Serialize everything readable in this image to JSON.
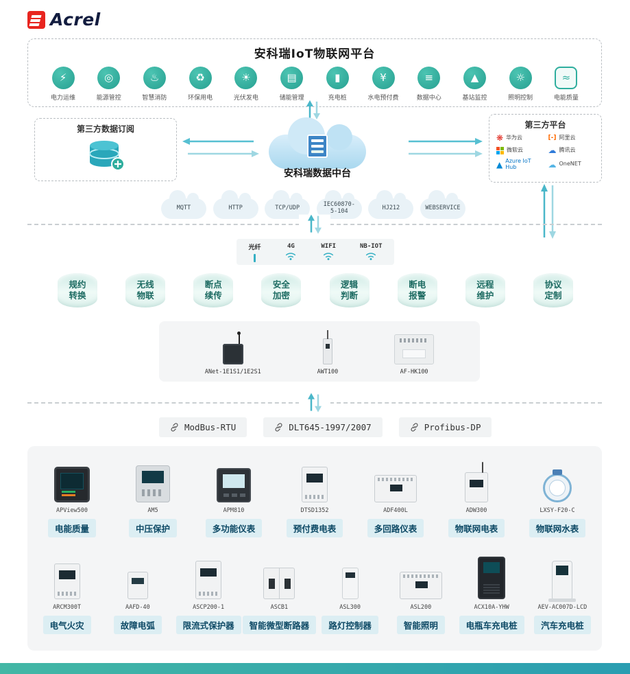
{
  "logo": {
    "brand": "Acrel"
  },
  "platform": {
    "title": "安科瑞IoT物联网平台",
    "apps": [
      {
        "label": "电力运维",
        "icon": "power-ops-icon"
      },
      {
        "label": "能源管控",
        "icon": "energy-mgmt-icon"
      },
      {
        "label": "智慧消防",
        "icon": "fire-icon"
      },
      {
        "label": "环保用电",
        "icon": "eco-power-icon"
      },
      {
        "label": "光伏发电",
        "icon": "solar-icon"
      },
      {
        "label": "储能管理",
        "icon": "storage-icon"
      },
      {
        "label": "充电桩",
        "icon": "charging-icon"
      },
      {
        "label": "水电预付费",
        "icon": "prepay-icon"
      },
      {
        "label": "数据中心",
        "icon": "datacenter-icon"
      },
      {
        "label": "基站监控",
        "icon": "basestation-icon"
      },
      {
        "label": "照明控制",
        "icon": "lighting-icon"
      },
      {
        "label": "电能质量",
        "icon": "power-quality-icon"
      }
    ]
  },
  "integration": {
    "left_box_title": "第三方数据订阅",
    "center_label": "安科瑞数据中台",
    "right_box_title": "第三方平台",
    "third_party": [
      {
        "label": "华为云",
        "icon": "huawei-cloud-icon"
      },
      {
        "label": "阿里云",
        "icon": "ali-cloud-icon"
      },
      {
        "label": "微软云",
        "icon": "microsoft-icon"
      },
      {
        "label": "腾讯云",
        "icon": "tencent-cloud-icon"
      },
      {
        "label": "Azure IoT Hub",
        "icon": "azure-icon"
      },
      {
        "label": "OneNET",
        "icon": "onenet-icon"
      }
    ],
    "protocol_clouds": [
      "MQTT",
      "HTTP",
      "TCP/UDP",
      "IEC60870-5-104",
      "HJ212",
      "WEBSERVICE"
    ]
  },
  "connectivity": [
    {
      "label": "光纤",
      "icon": "fiber-icon"
    },
    {
      "label": "4G",
      "icon": "wifi-icon"
    },
    {
      "label": "WIFI",
      "icon": "wifi-icon"
    },
    {
      "label": "NB-IOT",
      "icon": "wifi-icon"
    }
  ],
  "features": [
    "规约转换",
    "无线物联",
    "断点续传",
    "安全加密",
    "逻辑判断",
    "断电报警",
    "远程维护",
    "协议定制"
  ],
  "gateways": [
    {
      "model": "ANet-1E1S1/1E2S1",
      "icon": "gateway-antenna"
    },
    {
      "model": "AWT100",
      "icon": "gateway-slim"
    },
    {
      "model": "AF-HK100",
      "icon": "gateway-box"
    }
  ],
  "field_protocols": [
    "ModBus-RTU",
    "DLT645-1997/2007",
    "Profibus-DP"
  ],
  "devices": {
    "row1": [
      {
        "model": "APView500",
        "label": "电能质量",
        "icon": "panel-dark"
      },
      {
        "model": "AM5",
        "label": "中压保护",
        "icon": "panel-gray"
      },
      {
        "model": "APM810",
        "label": "多功能仪表",
        "icon": "panel-dark2"
      },
      {
        "model": "DTSD1352",
        "label": "预付费电表",
        "icon": "din-meter"
      },
      {
        "model": "ADF400L",
        "label": "多回路仪表",
        "icon": "din-wide"
      },
      {
        "model": "ADW300",
        "label": "物联网电表",
        "icon": "din-antenna"
      },
      {
        "model": "LXSY-F20-C",
        "label": "物联网水表",
        "icon": "water-meter"
      }
    ],
    "row2": [
      {
        "model": "ARCM300T",
        "label": "电气火灾",
        "icon": "din-meter"
      },
      {
        "model": "AAFD-40",
        "label": "故障电弧",
        "icon": "din-small"
      },
      {
        "model": "ASCP200-1",
        "label": "限流式保护器",
        "icon": "din-tall"
      },
      {
        "model": "ASCB1",
        "label": "智能微型断路器",
        "icon": "breaker"
      },
      {
        "model": "ASL300",
        "label": "路灯控制器",
        "icon": "small-box"
      },
      {
        "model": "ASL200",
        "label": "智能照明",
        "icon": "din-wide"
      },
      {
        "model": "ACX10A-YHW",
        "label": "电瓶车充电桩",
        "icon": "cabinet-dark"
      },
      {
        "model": "AEV-AC007D-LCD",
        "label": "汽车充电桩",
        "icon": "charger-white"
      }
    ]
  },
  "colors": {
    "accent_teal": "#2fae9e",
    "arrow_teal": "#4ab7c9",
    "arrow_light": "#9ed7e2",
    "chip_bg": "#dceef3",
    "chip_text": "#0e4a66",
    "footer_gradient_start": "#43b7a5",
    "footer_gradient_end": "#2a9db1"
  }
}
